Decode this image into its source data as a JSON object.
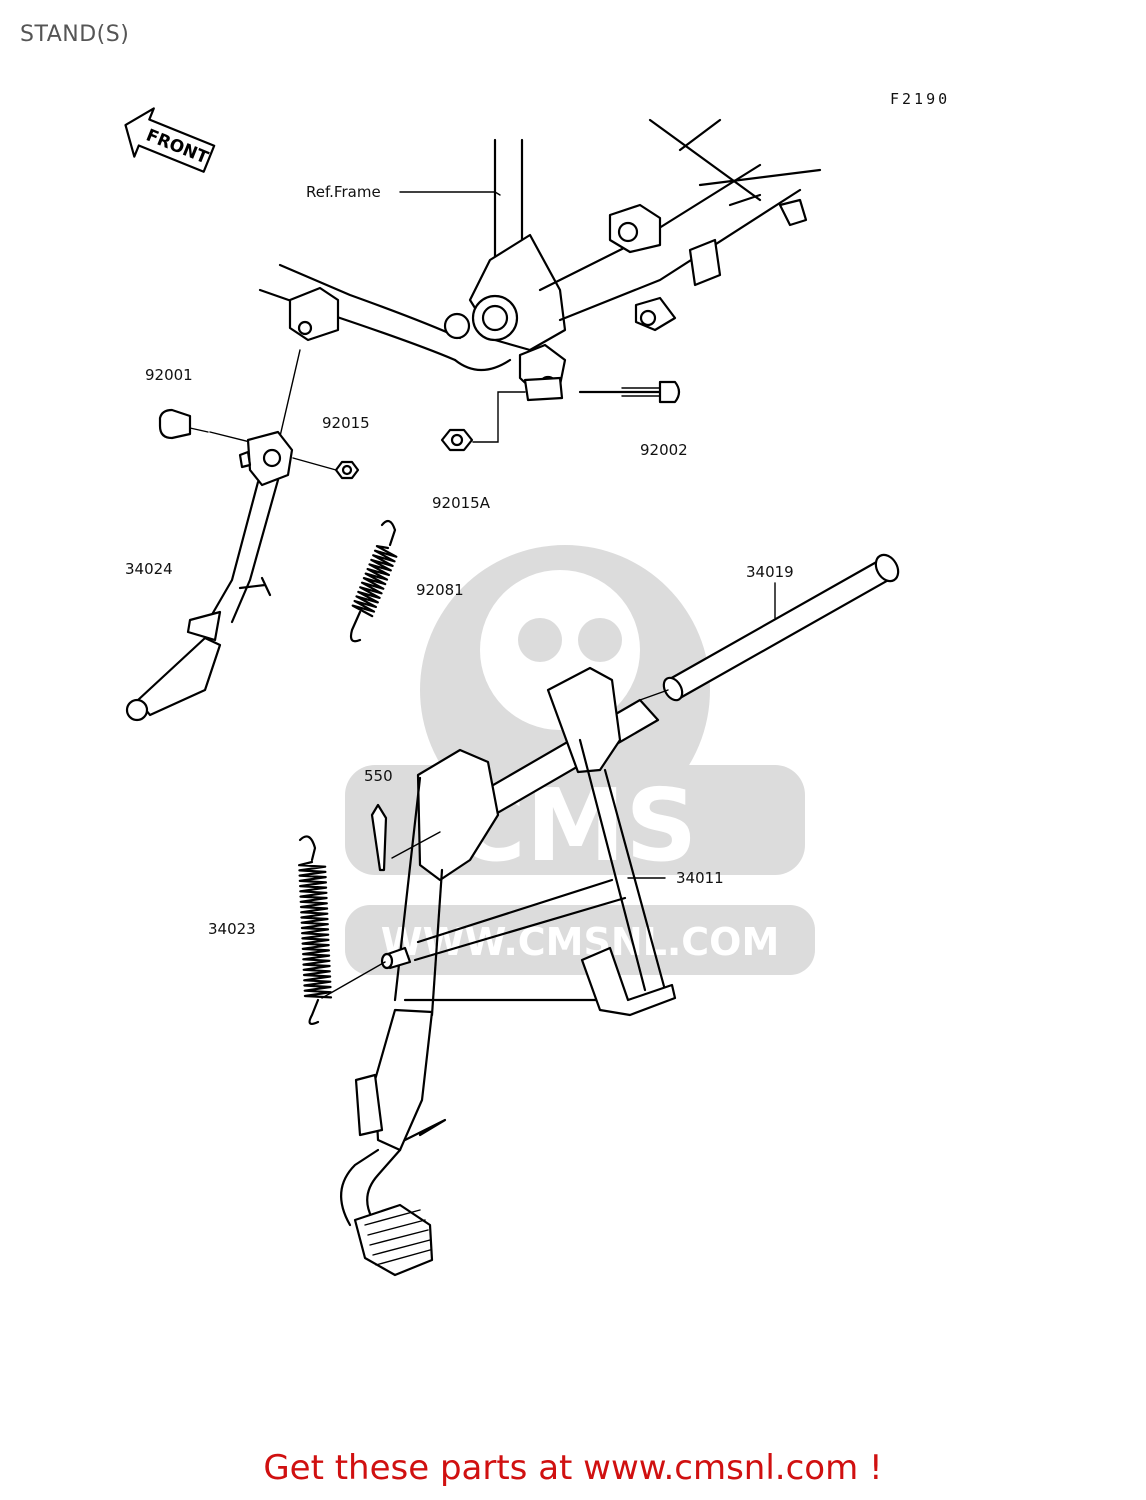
{
  "page": {
    "title": "STAND(S)",
    "figure_code": "F2190",
    "front_arrow_label": "FRONT"
  },
  "callouts": [
    {
      "id": "ref-frame",
      "label": "Ref.Frame"
    },
    {
      "id": "92001",
      "label": "92001"
    },
    {
      "id": "92015",
      "label": "92015"
    },
    {
      "id": "92015A",
      "label": "92015A"
    },
    {
      "id": "92002",
      "label": "92002"
    },
    {
      "id": "34024",
      "label": "34024"
    },
    {
      "id": "92081",
      "label": "92081"
    },
    {
      "id": "34019",
      "label": "34019"
    },
    {
      "id": "550",
      "label": "550"
    },
    {
      "id": "34011",
      "label": "34011"
    },
    {
      "id": "34023",
      "label": "34023"
    }
  ],
  "watermark": {
    "logo_text": "CMS",
    "url_text": "WWW.CMSNL.COM"
  },
  "footer": {
    "cta": "Get these parts at www.cmsnl.com !"
  }
}
